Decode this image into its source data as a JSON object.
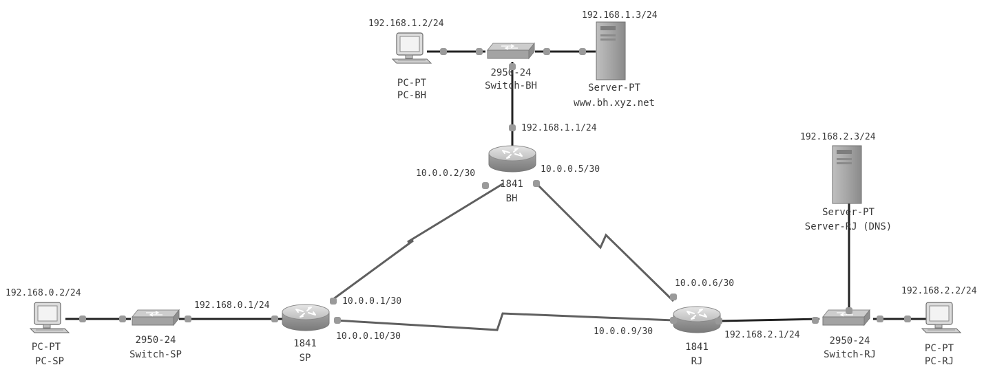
{
  "devices": {
    "pc_bh": {
      "model": "PC-PT",
      "name": "PC-BH",
      "ip": "192.168.1.2/24"
    },
    "switch_bh": {
      "model": "2950-24",
      "name": "Switch-BH"
    },
    "server_bh": {
      "model": "Server-PT",
      "name": "www.bh.xyz.net",
      "ip": "192.168.1.3/24"
    },
    "router_bh": {
      "model": "1841",
      "name": "BH",
      "lan_ip": "192.168.1.1/24",
      "sp_if": "10.0.0.2/30",
      "rj_if": "10.0.0.5/30"
    },
    "router_sp": {
      "model": "1841",
      "name": "SP",
      "lan_ip": "192.168.0.1/24",
      "bh_if": "10.0.0.1/30",
      "rj_if": "10.0.0.10/30"
    },
    "router_rj": {
      "model": "1841",
      "name": "RJ",
      "lan_ip": "192.168.2.1/24",
      "bh_if": "10.0.0.6/30",
      "sp_if": "10.0.0.9/30"
    },
    "switch_sp": {
      "model": "2950-24",
      "name": "Switch-SP"
    },
    "pc_sp": {
      "model": "PC-PT",
      "name": "PC-SP",
      "ip": "192.168.0.2/24"
    },
    "server_rj": {
      "model": "Server-PT",
      "name": "Server-RJ (DNS)",
      "ip": "192.168.2.3/24"
    },
    "switch_rj": {
      "model": "2950-24",
      "name": "Switch-RJ"
    },
    "pc_rj": {
      "model": "PC-PT",
      "name": "PC-RJ",
      "ip": "192.168.2.2/24"
    }
  },
  "colors": {
    "link": "#222222",
    "serial_link": "#5f5f5f",
    "port": "#9a9a9a",
    "router_body": "#b5b5b5",
    "switch_body": "#a9a9a9",
    "server_body": "#9d9d9d",
    "text": "#3a3a3a"
  }
}
